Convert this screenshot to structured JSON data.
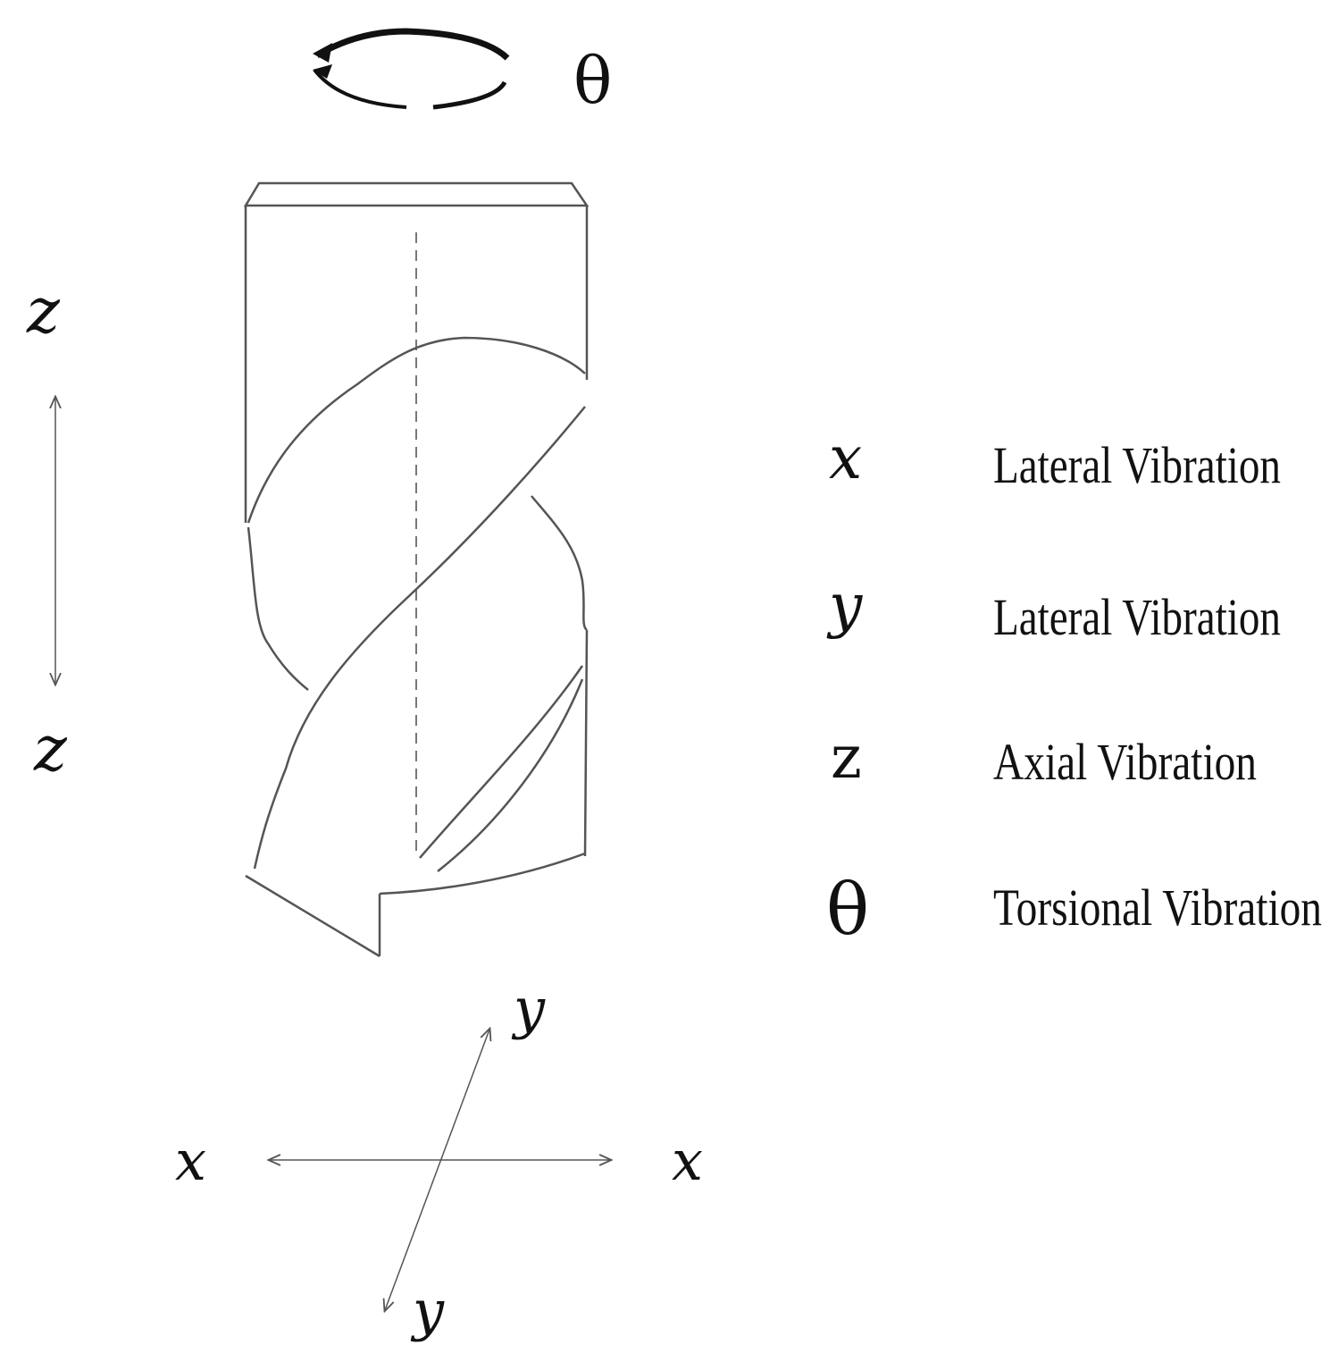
{
  "rotation": {
    "symbol": "θ"
  },
  "z_axis": {
    "top_label": "z",
    "bottom_label": "z"
  },
  "xy_axes": {
    "x_left": "x",
    "x_right": "x",
    "y_top": "y",
    "y_bottom": "y"
  },
  "legend": [
    {
      "symbol": "x",
      "label": "Lateral Vibration"
    },
    {
      "symbol": "y",
      "label": "Lateral Vibration"
    },
    {
      "symbol": "z",
      "label": "Axial Vibration"
    },
    {
      "symbol": "θ",
      "label": "Torsional Vibration"
    }
  ]
}
